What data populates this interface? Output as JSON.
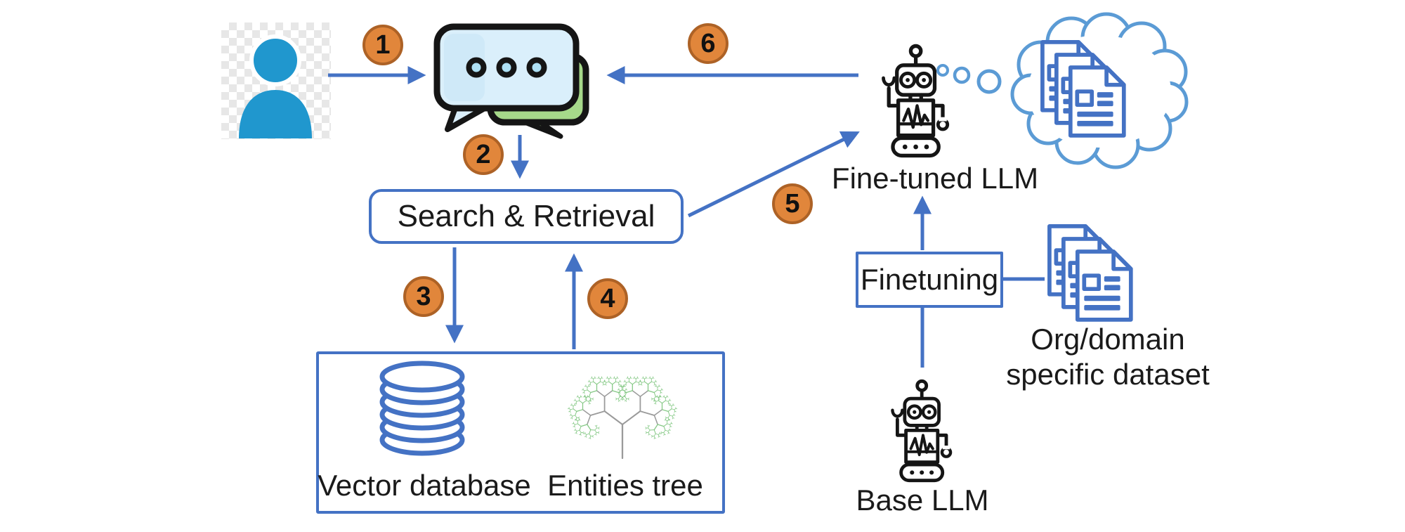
{
  "diagram": {
    "background": "#ffffff",
    "colors": {
      "arrow_blue": "#4472c4",
      "cloud_blue": "#5b9bd5",
      "document_blue": "#4472c4",
      "badge_fill": "#e1863b",
      "badge_border": "#ad6226",
      "person_blue": "#2097ce",
      "chat_bubble_blue": "#daeffb",
      "chat_bubble_green": "#a6d98a",
      "icon_outline": "#151515",
      "tree_branch_gray": "#9a9a9a",
      "tree_leaf_green": "#84c884",
      "text": "#1a1a1a"
    },
    "steps": [
      {
        "number": "1"
      },
      {
        "number": "2"
      },
      {
        "number": "3"
      },
      {
        "number": "4"
      },
      {
        "number": "5"
      },
      {
        "number": "6"
      }
    ],
    "nodes": {
      "user": {
        "icon": "person-icon"
      },
      "chat": {
        "icon": "chat-bubbles-icon"
      },
      "search_retrieval": {
        "label": "Search & Retrieval"
      },
      "knowledge_store": {
        "vector_database": {
          "label": "Vector database",
          "icon": "database-cylinder-icon"
        },
        "entities_tree": {
          "label": "Entities tree",
          "icon": "fractal-tree-icon"
        }
      },
      "fine_tuned_llm": {
        "label": "Fine-tuned LLM",
        "icon": "robot-icon",
        "thought": {
          "icon": "thought-cloud-icon",
          "content_icon": "documents-stack-icon"
        }
      },
      "finetuning": {
        "label": "Finetuning"
      },
      "org_dataset": {
        "label_line1": "Org/domain",
        "label_line2": "specific dataset",
        "icon": "documents-stack-icon"
      },
      "base_llm": {
        "label": "Base LLM",
        "icon": "robot-icon"
      }
    }
  }
}
